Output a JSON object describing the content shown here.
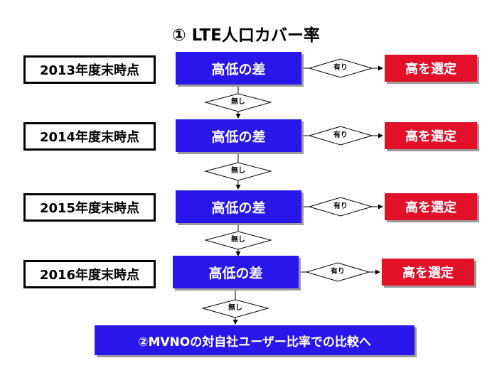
{
  "title": "① LTE人口カバー率",
  "rows": [
    {
      "year": "2013年度末時点",
      "decision": "高低の差",
      "yes": "有り",
      "result": "高を選定",
      "no": "無し"
    },
    {
      "year": "2014年度末時点",
      "decision": "高低の差",
      "yes": "有り",
      "result": "高を選定",
      "no": "無し"
    },
    {
      "year": "2015年度末時点",
      "decision": "高低の差",
      "yes": "有り",
      "result": "高を選定",
      "no": "無し"
    },
    {
      "year": "2016年度末時点",
      "decision": "高低の差",
      "yes": "有り",
      "result": "高を選定",
      "no": "無し"
    }
  ],
  "final": "②MVNOの対自社ユーザー比率での比較へ",
  "colors": {
    "blue": "#2a16ea",
    "red": "#e3102a"
  }
}
